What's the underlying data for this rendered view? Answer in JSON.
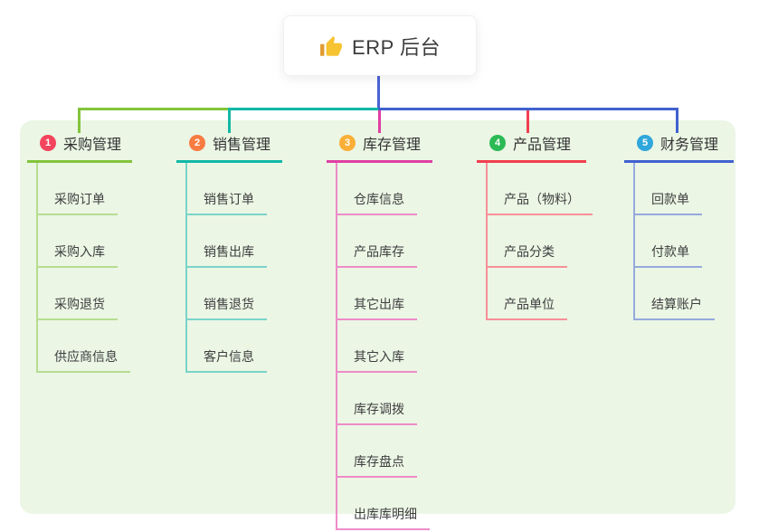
{
  "root": {
    "title": "ERP 后台",
    "icon": "thumbs-up-icon"
  },
  "panel": {
    "background": "#ebf6e5"
  },
  "connector": {
    "root_line_color": "#4a63d4"
  },
  "branches": [
    {
      "index": "1",
      "label": "采购管理",
      "badge_color": "#f4455e",
      "line_color": "#82c43c",
      "light_color": "#b7dd90",
      "children": [
        "采购订单",
        "采购入库",
        "采购退货",
        "供应商信息"
      ]
    },
    {
      "index": "2",
      "label": "销售管理",
      "badge_color": "#f87c42",
      "line_color": "#12b8a6",
      "light_color": "#7ad4c8",
      "children": [
        "销售订单",
        "销售出库",
        "销售退货",
        "客户信息"
      ]
    },
    {
      "index": "3",
      "label": "库存管理",
      "badge_color": "#fbaf38",
      "line_color": "#df3fa2",
      "light_color": "#ee8cc8",
      "children": [
        "仓库信息",
        "产品库存",
        "其它出库",
        "其它入库",
        "库存调拨",
        "库存盘点",
        "出库库明细"
      ]
    },
    {
      "index": "4",
      "label": "产品管理",
      "badge_color": "#2cba55",
      "line_color": "#f23f50",
      "light_color": "#f79099",
      "children": [
        "产品（物料）",
        "产品分类",
        "产品单位"
      ]
    },
    {
      "index": "5",
      "label": "财务管理",
      "badge_color": "#2fa7dc",
      "line_color": "#4161cf",
      "light_color": "#96a9dd",
      "children": [
        "回款单",
        "付款单",
        "结算账户"
      ]
    }
  ]
}
